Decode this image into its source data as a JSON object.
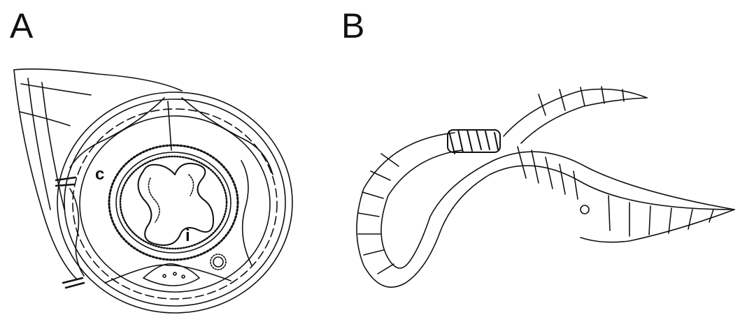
{
  "panels": {
    "a": {
      "letter": "A",
      "labels": {
        "c": "c",
        "i": "i"
      }
    },
    "b": {
      "letter": "B"
    }
  },
  "colors": {
    "ink": "#111111",
    "paper": "#ffffff"
  }
}
